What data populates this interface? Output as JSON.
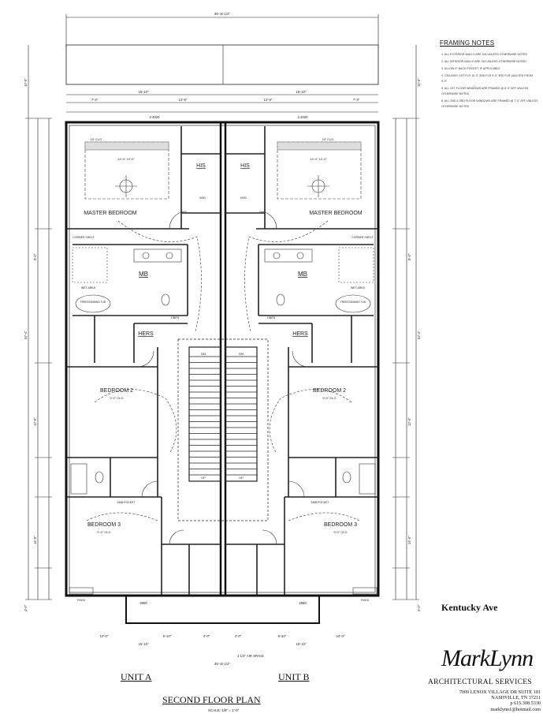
{
  "framing_notes": {
    "title": "FRAMING NOTES",
    "items": [
      "1. ALL EXTERIOR WALLS ARE 2x6 UNLESS OTHERWISE NOTED",
      "2. ALL INTERIOR WALLS ARE 2x4 UNLESS OTHERWISE NOTED",
      "3. ALLOW 4\" BACK POCKET, IF APPLICABLE",
      "4. CEILINGS: 1ST FLR 10'-0\" 2ND FLR 9'-0\" 3RD FLR VAULTED FROM 9'-0\"",
      "5. ALL 1ST FLOOR WINDOWS ARE FRAMED @ 8'-0\" AFF UNLESS OTHERWISE NOTED",
      "6. ALL 2ND & 3RD FLOOR WINDOWS ARE FRAMED @ 7'-0\" AFF UNLESS OTHERWISE NOTED"
    ]
  },
  "street_name": "Kentucky Ave",
  "firm": {
    "logo": "MarkLynn",
    "services": "ARCHITECTURAL SERVICES",
    "address1": "7009 LENOX VILLAGE DR SUITE 101",
    "address2": "NASHVILLE, TN 37211",
    "phone": "p 615.308.5330",
    "email": "marklynn1@hotmail.com"
  },
  "unit_labels": {
    "a": "UNIT A",
    "b": "UNIT B"
  },
  "sheet_title": "SECOND FLOOR PLAN",
  "scale_note": "SCALE: 1/8\" = 1'-0\"",
  "rooms": {
    "master_bedroom": "MASTER BEDROOM",
    "master_closet": "14'-4\" 10'-0\"",
    "his": "HIS",
    "mb": "MB",
    "hers": "HERS",
    "bedroom2": "BEDROOM 2",
    "bedroom3": "BEDROOM 3",
    "ceiling9": "9'-0\" CLG",
    "ceiling10": "10' CLG",
    "linen": "LINEN",
    "wic": "W/D",
    "tub": "FREESTANDING TUB",
    "corner_shelf": "CORNER SHELF",
    "wet_area": "WET AREA",
    "pocket": "2468 POCKET",
    "up": "UP",
    "dn": "DN",
    "fixed": "FIXED"
  },
  "dimensions": {
    "overall_width": "35'-10 1/2\"",
    "unit_width": "15'-10\"",
    "depth": "52'-4\"",
    "upper_left": "7'-4\"",
    "upper_mid": "12'-8\"",
    "lower_a": "10'-0\"",
    "lower_b": "5'-10\"",
    "lower_c": "4'-0\"",
    "air_space": "2 1/2\" AIR SPACE",
    "side_a": "10'-0\"",
    "side_b": "15'-0\"",
    "side_c": "12'-0\"",
    "side_d": "9'-0\"",
    "side_e": "4'-0\"",
    "side_f": "14'-0\"",
    "door_top": "2-4020",
    "win_bot": "2850"
  }
}
